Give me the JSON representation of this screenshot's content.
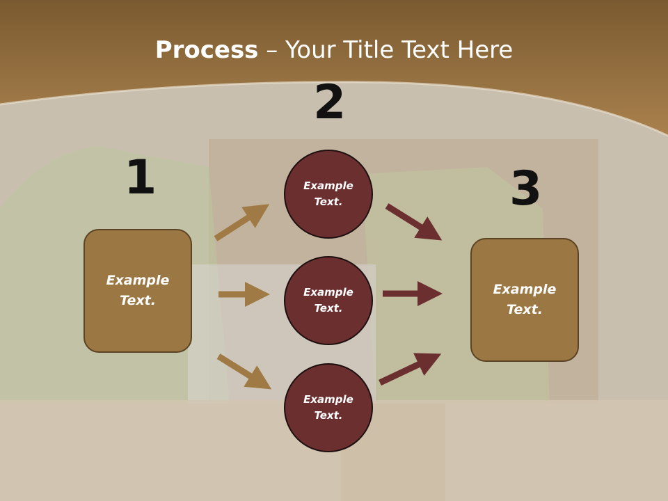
{
  "title": {
    "bold": "Process",
    "rest": " – Your Title Text Here"
  },
  "steps": {
    "n1": "1",
    "n2": "2",
    "n3": "3"
  },
  "left_box": {
    "line1": "Example",
    "line2": "Text."
  },
  "right_box": {
    "line1": "Example",
    "line2": "Text."
  },
  "circles": [
    {
      "line1": "Example",
      "line2": "Text."
    },
    {
      "line1": "Example",
      "line2": "Text."
    },
    {
      "line1": "Example",
      "line2": "Text."
    }
  ],
  "colors": {
    "band": "#8f6a3a",
    "box": "#9b7843",
    "circle": "#6b2f2f",
    "arrow_left": "#a07a45",
    "arrow_right": "#6b2f2f"
  }
}
